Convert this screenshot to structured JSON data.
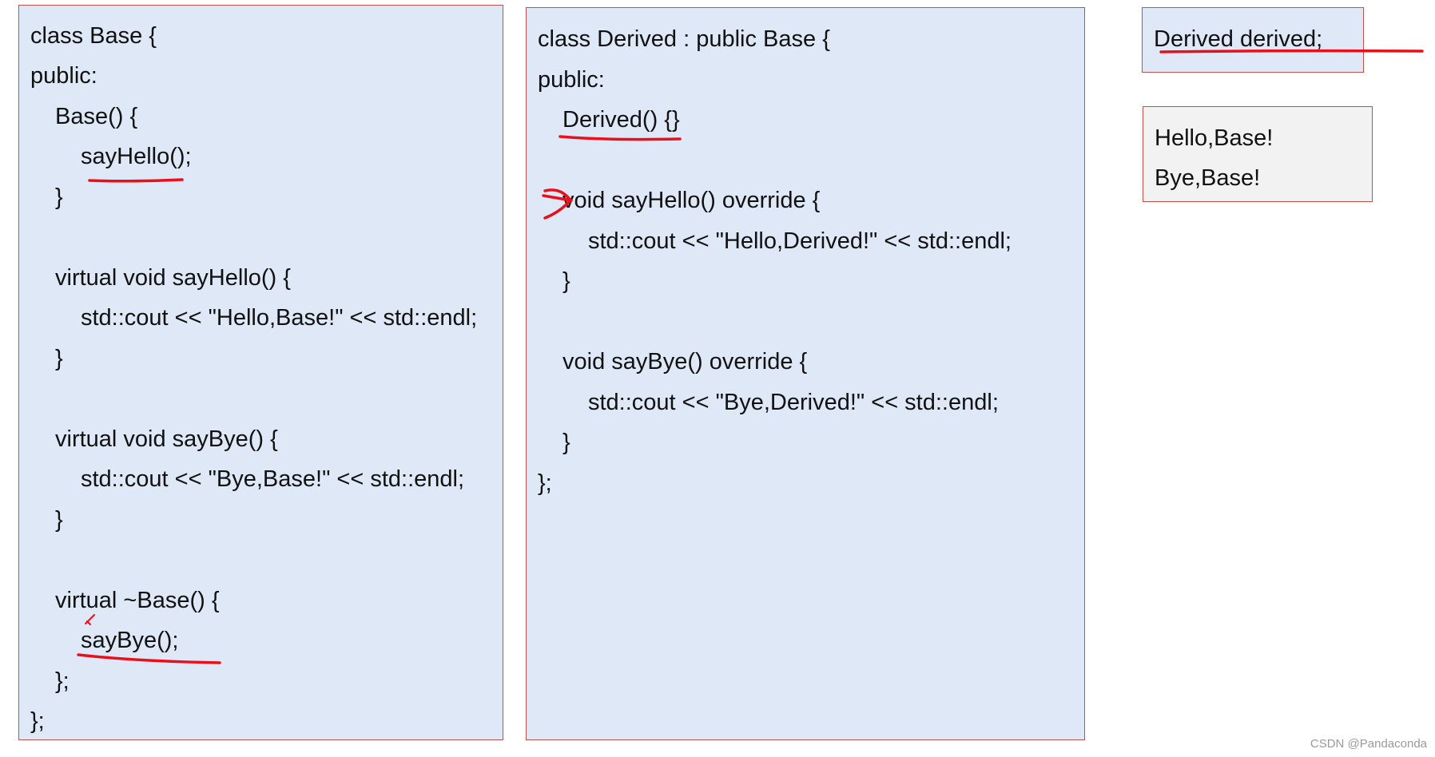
{
  "base_panel": {
    "lines": [
      "class Base {",
      "public:",
      "Base() {",
      "sayHello();",
      "}",
      "virtual void sayHello() {",
      "std::cout << \"Hello,Base!\" << std::endl;",
      "}",
      "virtual void sayBye() {",
      "std::cout << \"Bye,Base!\" << std::endl;",
      "}",
      "virtual ~Base() {",
      "sayBye();",
      "};",
      "};"
    ]
  },
  "derived_panel": {
    "lines": [
      "class Derived : public Base {",
      "public:",
      "Derived() {}",
      "void sayHello() override {",
      "std::cout << \"Hello,Derived!\" << std::endl;",
      "}",
      "void sayBye() override {",
      "std::cout << \"Bye,Derived!\" << std::endl;",
      "}",
      "};"
    ]
  },
  "declaration_panel": {
    "text": "Derived derived;"
  },
  "output_panel": {
    "lines": [
      "Hello,Base!",
      "Bye,Base!"
    ]
  },
  "watermark": "CSDN @Pandaconda",
  "colors": {
    "panel_blue": "#dfe8f7",
    "panel_gray": "#f2f2f2",
    "border": "#c0504d",
    "ink": "#e8111b"
  }
}
